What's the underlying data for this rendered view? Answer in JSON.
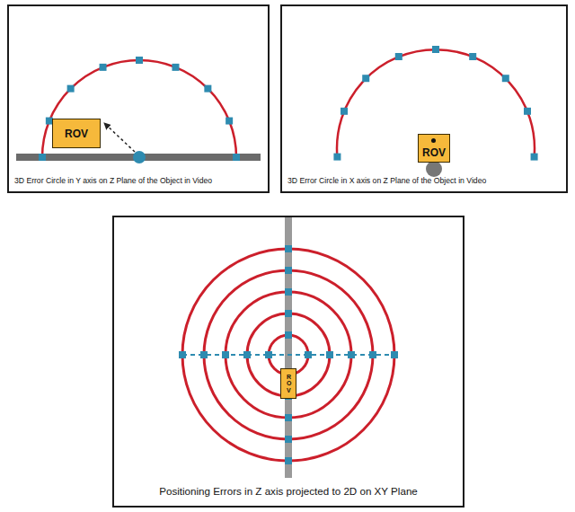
{
  "diagram": {
    "nodes": [
      {
        "text": [
          "3D Error Circle in Y axis on Z Plane of the Object in Video"
        ]
      },
      {
        "text": [
          "ROV"
        ],
        "in": 0
      },
      {
        "text": [
          "3D Error Circle in X axis on Z Plane of the Object in Video"
        ]
      },
      {
        "text": [
          "ROV"
        ],
        "in": 2
      },
      {
        "text": [
          "Positioning Errors in Z axis projected to 2D on XY Plane"
        ]
      },
      {
        "text": [
          "ROV"
        ],
        "in": 4
      }
    ]
  }
}
